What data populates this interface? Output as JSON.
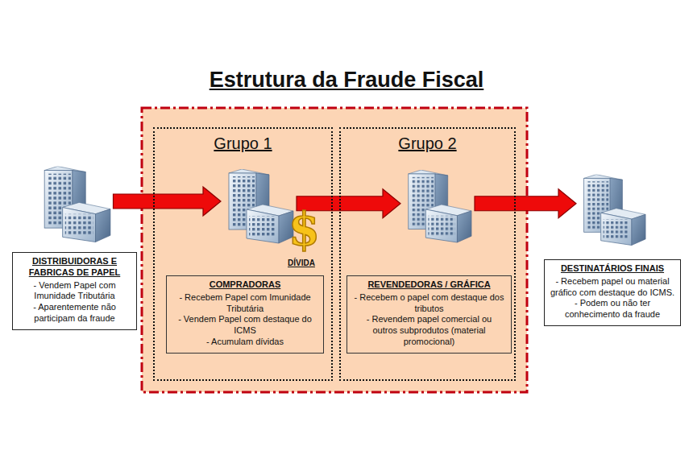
{
  "diagram": {
    "title": "Estrutura da Fraude Fiscal",
    "nodes": [
      {
        "text": [
          "DISTRIBUIDORAS E FABRICAS DE PAPEL",
          "- Vendem Papel com Imunidade Tributária",
          "- Aparentemente não participam da fraude"
        ]
      },
      {
        "text": [
          "Grupo 1"
        ]
      },
      {
        "text": [
          "COMPRADORAS",
          "- Recebem Papel com Imunidade Tributária",
          "- Vendem Papel com destaque do ICMS",
          "- Acumulam dívidas"
        ],
        "in": 1
      },
      {
        "text": [
          "Grupo 2"
        ]
      },
      {
        "text": [
          "REVENDEDORAS / GRÁFICA",
          "- Recebem o papel com destaque dos tributos",
          "- Revendem papel comercial ou outros subprodutos (material promocional)"
        ],
        "in": 3
      },
      {
        "text": [
          "DESTINATÁRIOS FINAIS",
          "- Recebem papel ou material gráfico com destaque do ICMS.",
          "- Podem ou não ter conhecimento da fraude"
        ]
      }
    ],
    "edges": [
      {
        "from": 0,
        "to": 1,
        "arrow": "to"
      },
      {
        "from": 1,
        "to": 3,
        "arrow": "to"
      },
      {
        "from": 3,
        "to": 5,
        "arrow": "to"
      }
    ],
    "labels": [
      "$",
      "DÍVIDA"
    ]
  }
}
